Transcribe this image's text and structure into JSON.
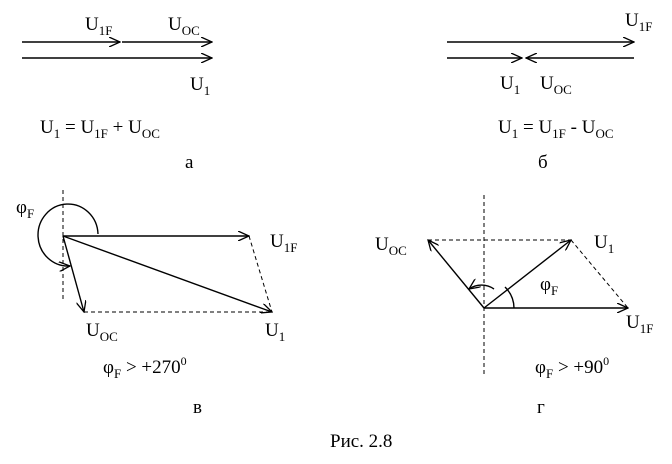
{
  "diagram": {
    "a": {
      "v_1f": "U",
      "v_1f_sub": "1F",
      "v_oc": "U",
      "v_oc_sub": "OC",
      "v_1": "U",
      "v_1_sub": "1",
      "eq_parts": [
        "U",
        "1",
        " = U",
        "1F",
        " + U",
        "OC"
      ],
      "label": "а"
    },
    "b": {
      "v_1f": "U",
      "v_1f_sub": "1F",
      "v_1": "U",
      "v_1_sub": "1",
      "v_oc": "U",
      "v_oc_sub": "OC",
      "eq_parts": [
        "U",
        "1",
        " = U",
        "1F",
        " - U",
        "OC"
      ],
      "label": "б"
    },
    "v": {
      "phi": "φ",
      "phi_sub": "F",
      "v_1f": "U",
      "v_1f_sub": "1F",
      "v_oc": "U",
      "v_oc_sub": "OC",
      "v_1": "U",
      "v_1_sub": "1",
      "cond": "φ",
      "cond_sub": "F",
      "cond_rest": " > +270",
      "cond_sup": "0",
      "label": "в"
    },
    "g": {
      "v_oc": "U",
      "v_oc_sub": "OC",
      "v_1": "U",
      "v_1_sub": "1",
      "phi": "φ",
      "phi_sub": "F",
      "v_1f": "U",
      "v_1f_sub": "1F",
      "cond": "φ",
      "cond_sub": "F",
      "cond_rest": " > +90",
      "cond_sup": "0",
      "label": "г"
    },
    "caption": "Рис. 2.8"
  }
}
